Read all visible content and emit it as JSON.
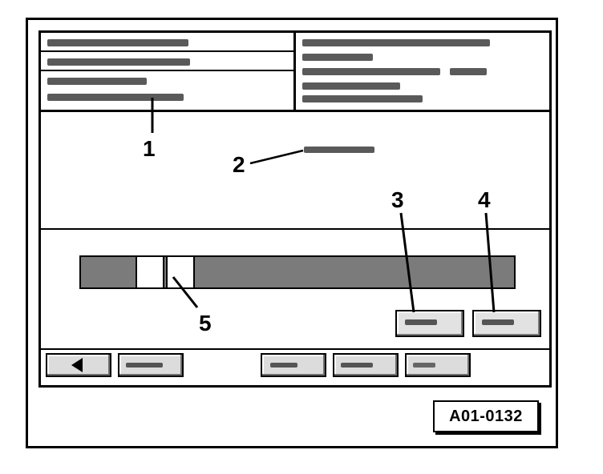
{
  "callouts": [
    "1",
    "2",
    "3",
    "4",
    "5"
  ],
  "reference_code": "A01-0132",
  "nav_icon": "left-arrow-icon",
  "colors": {
    "frame": "#000000",
    "bar_fill": "#7b7b7b",
    "button_face": "#e2e2e2"
  }
}
